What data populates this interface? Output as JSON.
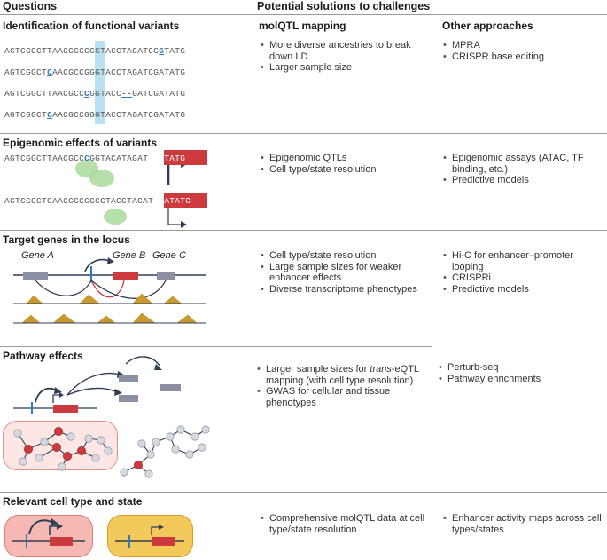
{
  "headers": {
    "questions": "Questions",
    "solutions": "Potential solutions to challenges",
    "molqtl": "molQTL mapping",
    "other": "Other approaches"
  },
  "colors": {
    "highlight_blue": "#b9e1f4",
    "snp_blue": "#2a7fb8",
    "red": "#cc3a3e",
    "green_peak": "#a9d99b",
    "track_gold": "#c69a2e",
    "gene_grey": "#8a8fa3",
    "line_dark": "#2f3d55",
    "cell_red_fill": "#f6b8b3",
    "cell_yellow_fill": "#f4c95c"
  },
  "sections": [
    {
      "title": "Identification of functional variants",
      "molqtl": [
        "More diverse ancestries to break down LD",
        "Larger sample size"
      ],
      "other": [
        "MPRA",
        "CRISPR base editing"
      ],
      "sequences": [
        {
          "pre": "AGTCGGCTTAACGCC",
          "mid": "G",
          "tail": "GGTACCTAGATCG",
          "snp": "G",
          "end": "TATG"
        },
        {
          "pre": "AGTCGGCT",
          "snp": "C",
          "post": "AACGCC",
          "mid": "G",
          "tail": "GGTACCTAGATCGATATG"
        },
        {
          "pre": "AGTCGGCTTAACGCC",
          "mid": "C",
          "tail": "GGTACC",
          "snp": "--",
          "end": "GATCGATATG"
        },
        {
          "pre": "AGTCGGCT",
          "snp": "C",
          "post": "AACGCC",
          "mid": "G",
          "tail": "GGTACCTAGATCGATATG"
        }
      ]
    },
    {
      "title": "Epigenomic effects of variants",
      "molqtl": [
        "Epigenomic QTLs",
        "Cell type/state resolution"
      ],
      "other": [
        "Epigenomic assays (ATAC, TF binding, etc.)",
        "Predictive models"
      ],
      "sequences": [
        {
          "pre": "AGTCGGCTTAACGCC",
          "snp": "C",
          "post": "GGTACATAGAT",
          "boxed": "CGATATG"
        },
        {
          "pre": "AGTCGGCTCAACGCCGGGGTACCTAGAT",
          "boxed": "CGATATG"
        }
      ]
    },
    {
      "title": "Target genes in the locus",
      "molqtl": [
        "Cell type/state resolution",
        "Large sample sizes for weaker enhancer effects",
        "Diverse transcriptome phenotypes"
      ],
      "other": [
        "Hi-C for enhancer–promoter looping",
        "CRISPRi",
        "Predictive models"
      ],
      "genes": [
        "Gene A",
        "Gene B",
        "Gene C"
      ]
    },
    {
      "title": "Pathway effects",
      "molqtl_parts": {
        "item1_a": "Larger sample sizes for",
        "item1_italic": "trans",
        "item1_b": "-eQTL mapping (with cell type resolution)",
        "item2": "GWAS for cellular and tissue phenotypes"
      },
      "other": [
        "Perturb-seq",
        "Pathway enrichments"
      ]
    },
    {
      "title": "Relevant cell type and state",
      "molqtl": [
        "Comprehensive molQTL data at cell type/state resolution"
      ],
      "other": [
        "Enhancer activity maps across cell types/states"
      ]
    }
  ]
}
